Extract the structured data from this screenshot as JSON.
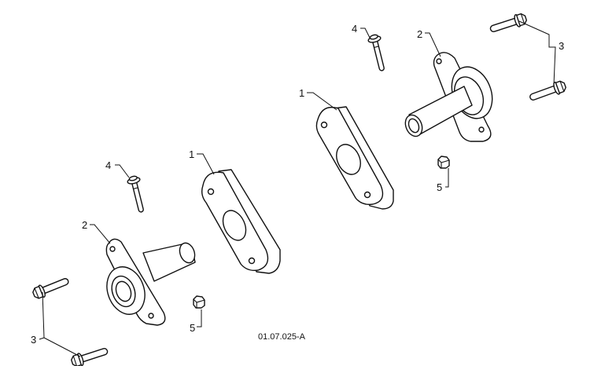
{
  "figure": {
    "code": "01.07.025-A",
    "callouts": {
      "spacer_left": "1",
      "spacer_right": "1",
      "hub_left": "2",
      "hub_right": "2",
      "bolts_left": "3",
      "bolts_right": "3",
      "pin_left": "4",
      "pin_right": "4",
      "nut_left": "5",
      "nut_right": "5"
    }
  }
}
